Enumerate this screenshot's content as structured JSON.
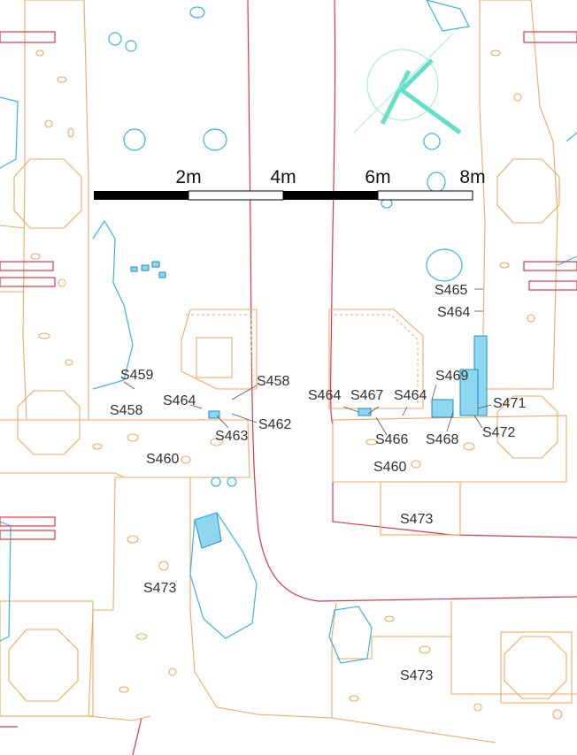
{
  "scale_bar": {
    "ticks": [
      "2m",
      "4m",
      "6m",
      "8m"
    ]
  },
  "features": [
    {
      "id": "S459",
      "text": "S459"
    },
    {
      "id": "S458a",
      "text": "S458"
    },
    {
      "id": "S464a",
      "text": "S464"
    },
    {
      "id": "S458b",
      "text": "S458"
    },
    {
      "id": "S463",
      "text": "S463"
    },
    {
      "id": "S462",
      "text": "S462"
    },
    {
      "id": "S460a",
      "text": "S460"
    },
    {
      "id": "S473a",
      "text": "S473"
    },
    {
      "id": "S465",
      "text": "S465"
    },
    {
      "id": "S464b",
      "text": "S464"
    },
    {
      "id": "S469",
      "text": "S469"
    },
    {
      "id": "S464c",
      "text": "S464"
    },
    {
      "id": "S467",
      "text": "S467"
    },
    {
      "id": "S464d",
      "text": "S464"
    },
    {
      "id": "S471",
      "text": "S471"
    },
    {
      "id": "S466",
      "text": "S466"
    },
    {
      "id": "S468",
      "text": "S468"
    },
    {
      "id": "S472",
      "text": "S472"
    },
    {
      "id": "S460b",
      "text": "S460"
    },
    {
      "id": "S473b",
      "text": "S473"
    },
    {
      "id": "S473c",
      "text": "S473"
    }
  ],
  "colors": {
    "wall": "#f2a860",
    "water": "#35b7e6",
    "boundary": "#e0354a",
    "scale": "#000000"
  },
  "icons": {
    "north_arrow": "north-arrow-icon"
  }
}
